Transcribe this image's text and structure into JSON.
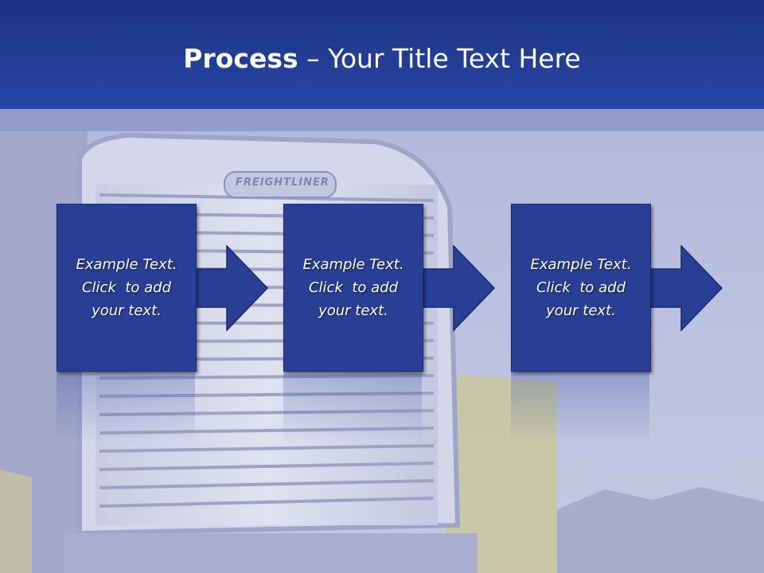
{
  "title": {
    "bold": "Process",
    "rest": " – Your Title Text Here"
  },
  "steps": [
    {
      "line1": "Example Text.",
      "line2": "Click  to add",
      "line3": "your text."
    },
    {
      "line1": "Example Text.",
      "line2": "Click  to add",
      "line3": "your text."
    },
    {
      "line1": "Example Text.",
      "line2": "Click  to add",
      "line3": "your text."
    }
  ],
  "photo_label": "FREIGHTLINER",
  "colors": {
    "title_bar": "#2745a4",
    "box_fill": "#283f95",
    "text": "#ffffff",
    "background": "#b9bfdc"
  }
}
